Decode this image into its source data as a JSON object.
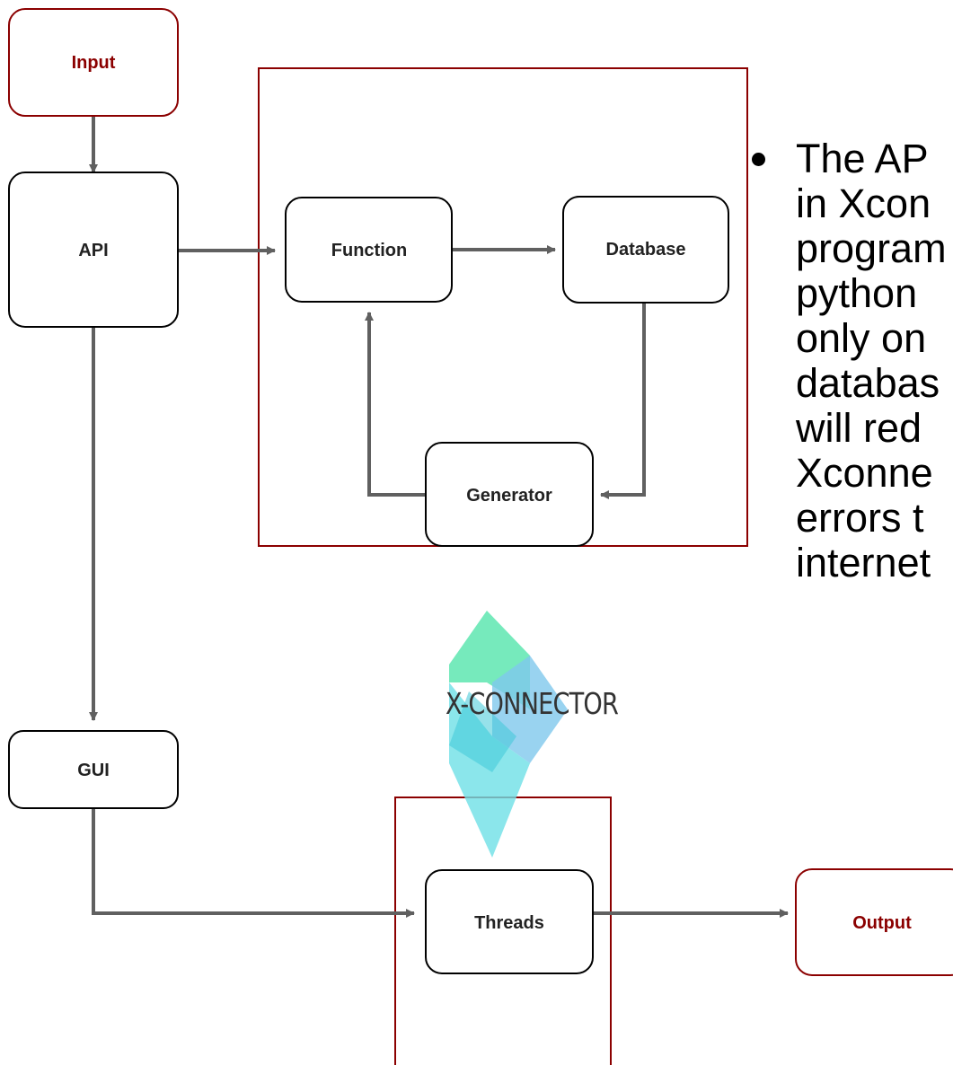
{
  "nodes": {
    "input": "Input",
    "api": "API",
    "function": "Function",
    "database": "Database",
    "generator": "Generator",
    "gui": "GUI",
    "threads": "Threads",
    "output": "Output"
  },
  "logo": {
    "text": "X-CONNECTOR"
  },
  "bullet": {
    "text": "The AP\nin Xcon\nprogram\npython\nonly on\ndatabas\nwill red\nXconne\nerrors t\ninternet"
  },
  "colors": {
    "node_border": "#000000",
    "accent_border": "#8b0000",
    "accent_text": "#8b0000",
    "arrow": "#606060",
    "logo_green": "#5ee6b0",
    "logo_blue": "#7fc8ec",
    "logo_cyan": "#6ee0e6"
  }
}
